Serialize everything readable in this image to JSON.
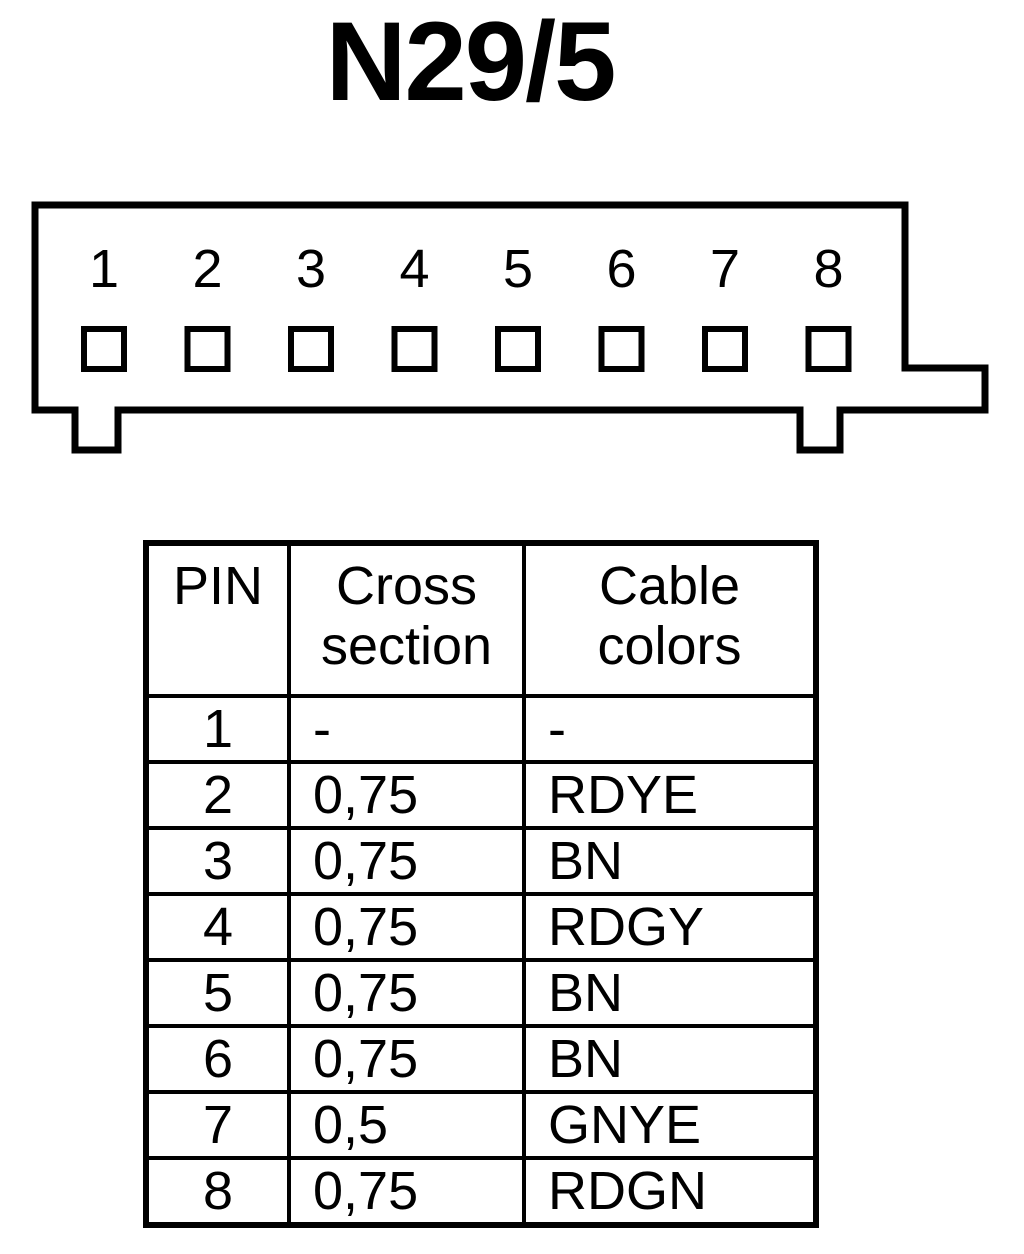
{
  "title": "N29/5",
  "connector": {
    "pin_numbers": [
      "1",
      "2",
      "3",
      "4",
      "5",
      "6",
      "7",
      "8"
    ]
  },
  "table": {
    "headers": {
      "pin": "PIN",
      "cross_line1": "Cross",
      "cross_line2": "section",
      "color_line1": "Cable",
      "color_line2": "colors"
    },
    "rows": [
      {
        "pin": "1",
        "cross": "-",
        "color": "-"
      },
      {
        "pin": "2",
        "cross": "0,75",
        "color": "RDYE"
      },
      {
        "pin": "3",
        "cross": "0,75",
        "color": "BN"
      },
      {
        "pin": "4",
        "cross": "0,75",
        "color": "RDGY"
      },
      {
        "pin": "5",
        "cross": "0,75",
        "color": "BN"
      },
      {
        "pin": "6",
        "cross": "0,75",
        "color": "BN"
      },
      {
        "pin": "7",
        "cross": "0,5",
        "color": "GNYE"
      },
      {
        "pin": "8",
        "cross": "0,75",
        "color": "RDGN"
      }
    ]
  }
}
